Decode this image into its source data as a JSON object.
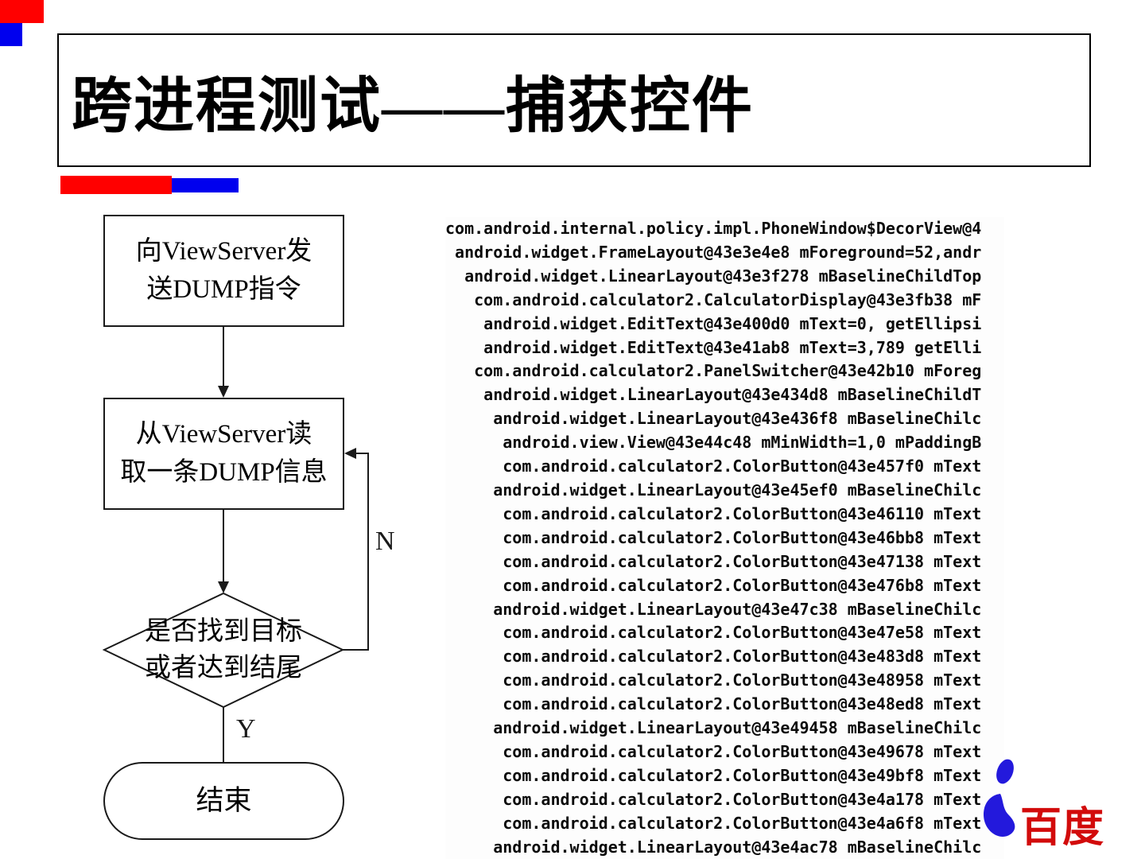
{
  "title": "跨进程测试——捕获控件",
  "accents": {
    "red": "#ff0000",
    "blue": "#0000ee"
  },
  "flowchart": {
    "step1": "向ViewServer发\n送DUMP指令",
    "step2": "从ViewServer读\n取一条DUMP信息",
    "decision": "是否找到目标\n或者达到结尾",
    "terminal": "结束",
    "no_label": "N",
    "yes_label": "Y"
  },
  "dump": {
    "lines": [
      "com.android.internal.policy.impl.PhoneWindow$DecorView@4",
      " android.widget.FrameLayout@43e3e4e8 mForeground=52,andr",
      "  android.widget.LinearLayout@43e3f278 mBaselineChildTop",
      "   com.android.calculator2.CalculatorDisplay@43e3fb38 mF",
      "    android.widget.EditText@43e400d0 mText=0, getEllipsi",
      "    android.widget.EditText@43e41ab8 mText=3,789 getElli",
      "   com.android.calculator2.PanelSwitcher@43e42b10 mForeg",
      "    android.widget.LinearLayout@43e434d8 mBaselineChildT",
      "     android.widget.LinearLayout@43e436f8 mBaselineChilc",
      "      android.view.View@43e44c48 mMinWidth=1,0 mPaddingB",
      "      com.android.calculator2.ColorButton@43e457f0 mText",
      "     android.widget.LinearLayout@43e45ef0 mBaselineChilc",
      "      com.android.calculator2.ColorButton@43e46110 mText",
      "      com.android.calculator2.ColorButton@43e46bb8 mText",
      "      com.android.calculator2.ColorButton@43e47138 mText",
      "      com.android.calculator2.ColorButton@43e476b8 mText",
      "     android.widget.LinearLayout@43e47c38 mBaselineChilc",
      "      com.android.calculator2.ColorButton@43e47e58 mText",
      "      com.android.calculator2.ColorButton@43e483d8 mText",
      "      com.android.calculator2.ColorButton@43e48958 mText",
      "      com.android.calculator2.ColorButton@43e48ed8 mText",
      "     android.widget.LinearLayout@43e49458 mBaselineChilc",
      "      com.android.calculator2.ColorButton@43e49678 mText",
      "      com.android.calculator2.ColorButton@43e49bf8 mText",
      "      com.android.calculator2.ColorButton@43e4a178 mText",
      "      com.android.calculator2.ColorButton@43e4a6f8 mText",
      "     android.widget.LinearLayout@43e4ac78 mBaselineChilc"
    ]
  },
  "logo": {
    "text": "百度",
    "red": "#d20b0b",
    "blue": "#2319dc"
  }
}
